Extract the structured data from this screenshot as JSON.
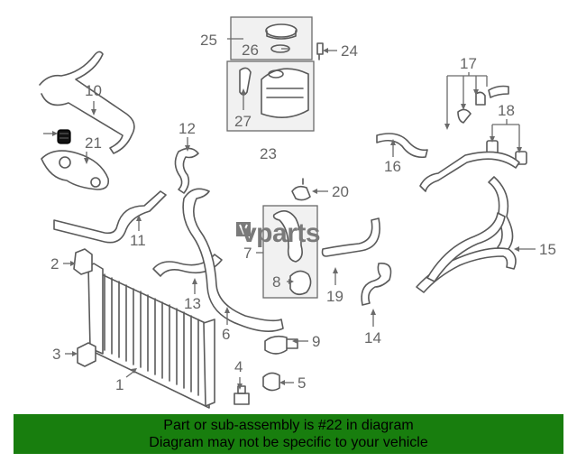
{
  "diagram": {
    "watermark": "vparts",
    "highlighted_callout": "22",
    "callouts": {
      "c1": "1",
      "c2": "2",
      "c3": "3",
      "c4": "4",
      "c5": "5",
      "c6": "6",
      "c7": "7",
      "c8": "8",
      "c9": "9",
      "c10": "10",
      "c11": "11",
      "c12": "12",
      "c13": "13",
      "c14": "14",
      "c15": "15",
      "c16": "16",
      "c17": "17",
      "c18": "18",
      "c19": "19",
      "c20": "20",
      "c21": "21",
      "c23": "23",
      "c24": "24",
      "c25": "25",
      "c26": "26",
      "c27": "27"
    },
    "colors": {
      "highlight": "#000000",
      "line_art": "#5a5a5a",
      "inset_box": "#f1f1f1"
    }
  },
  "banner": {
    "line1": "Part or sub-assembly is #22 in diagram",
    "line2": "Diagram may not be specific to your vehicle",
    "background": "#187e0e"
  }
}
